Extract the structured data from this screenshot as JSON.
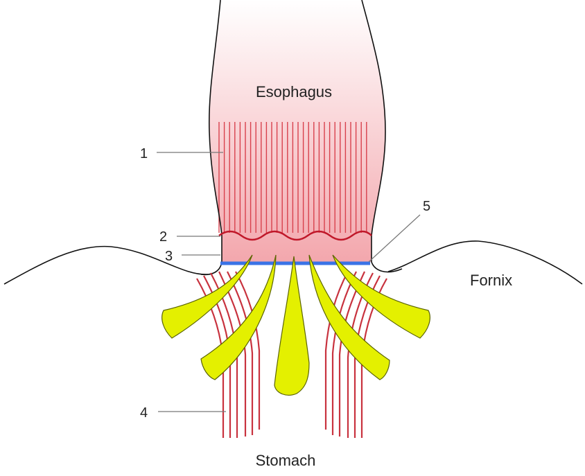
{
  "labels": {
    "esophagus": "Esophagus",
    "fornix": "Fornix",
    "stomach": "Stomach"
  },
  "numbers": {
    "n1": "1",
    "n2": "2",
    "n3": "3",
    "n4": "4",
    "n5": "5"
  },
  "colors": {
    "esophagus_top": "#ffffff",
    "esophagus_bottom": "#f3a7ad",
    "muscle_line": "#d8404c",
    "wavy_line": "#c0182a",
    "membrane": "#3a73e6",
    "sling_fill": "#e4f000",
    "sling_stroke": "#5b6400",
    "gastric_fiber": "#c8323e",
    "outline": "#111111",
    "leader": "#777777"
  }
}
